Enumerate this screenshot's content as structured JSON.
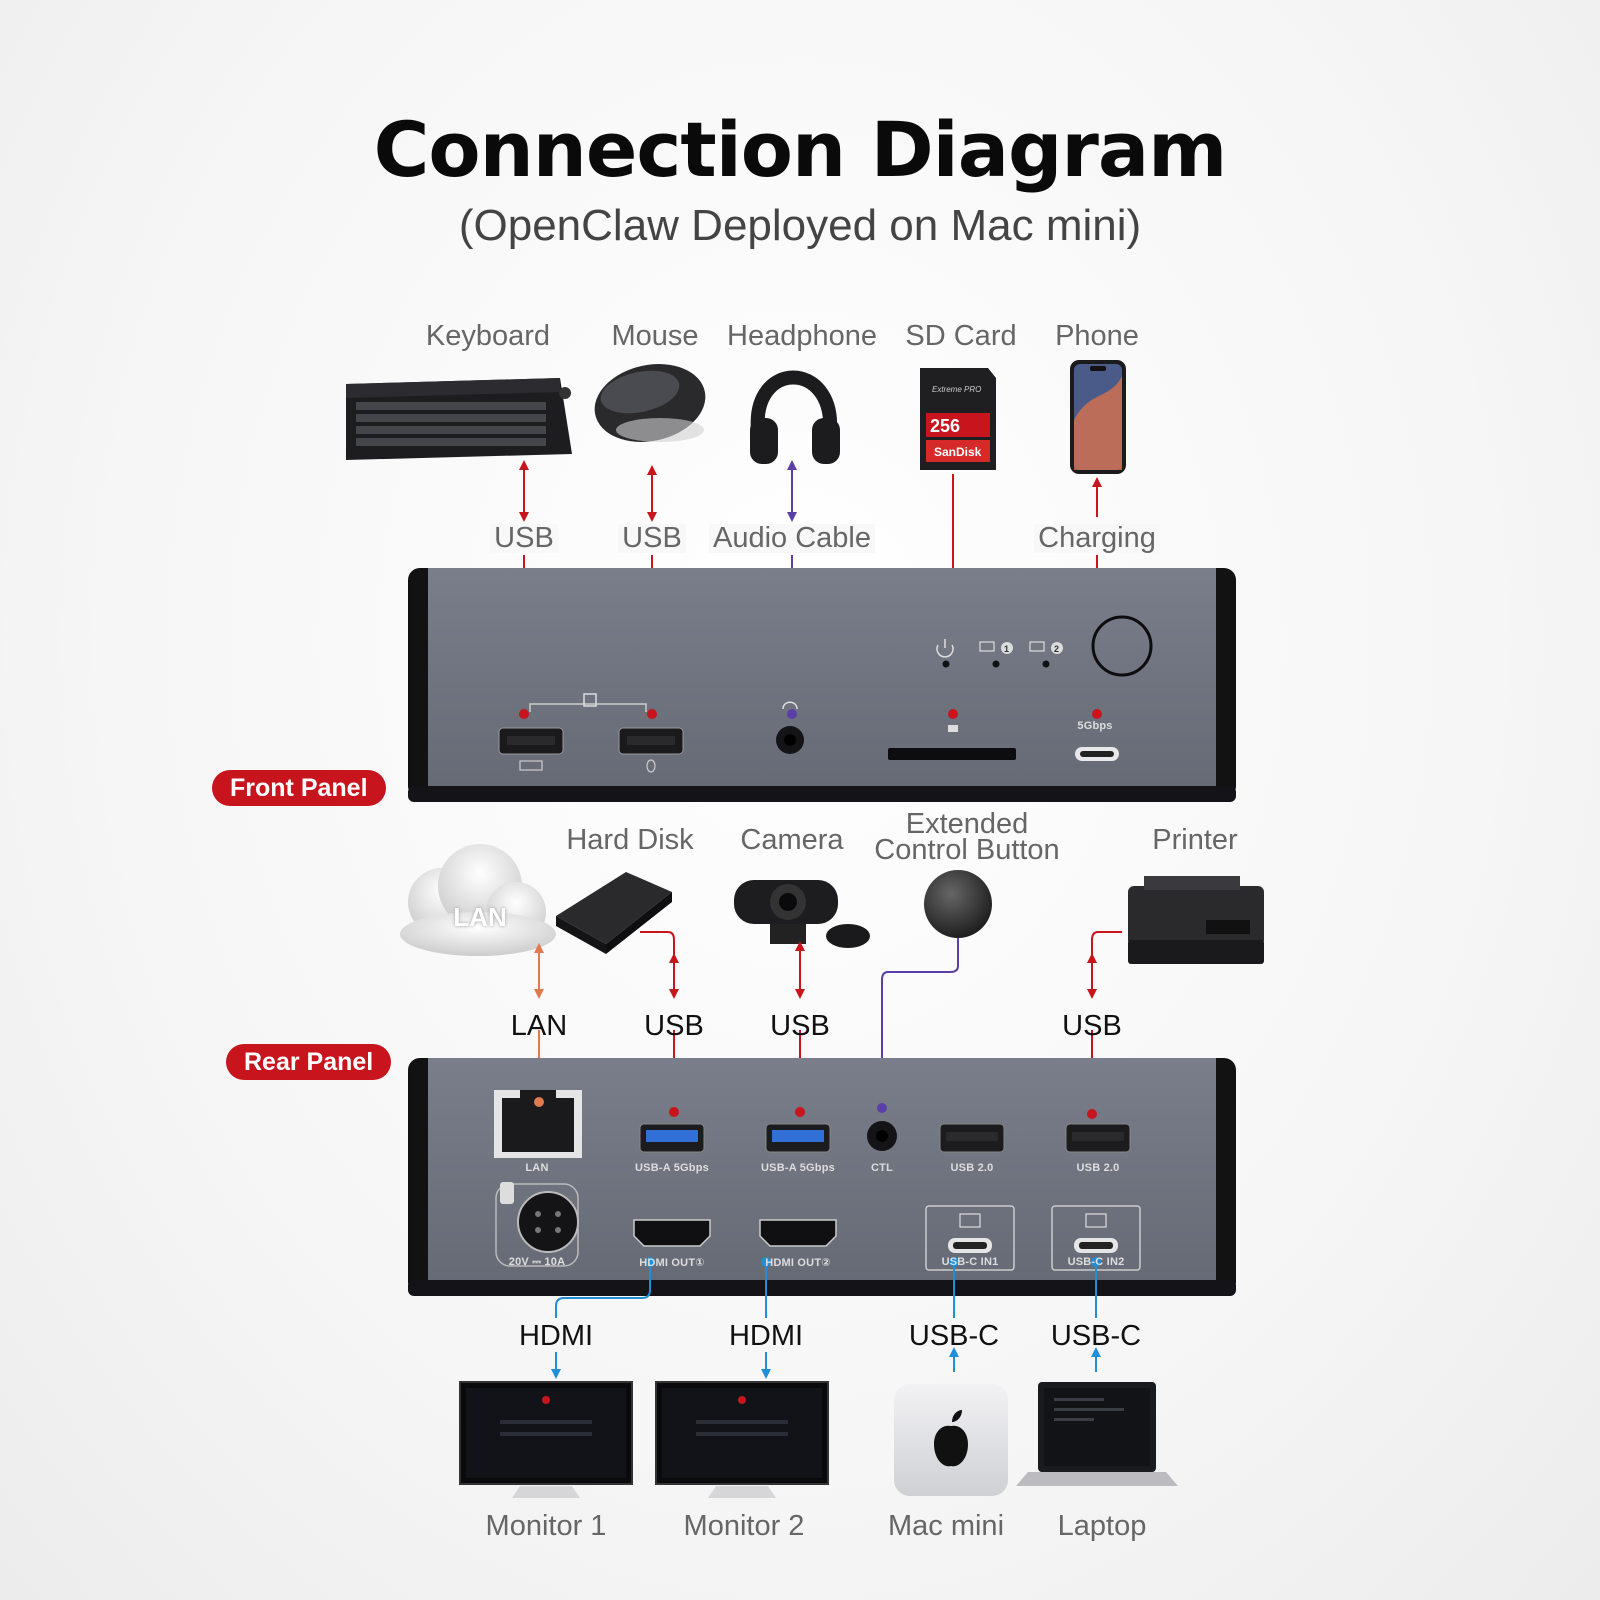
{
  "header": {
    "title": "Connection Diagram",
    "subtitle": "(OpenClaw Deployed on Mac mini)"
  },
  "panels": {
    "front_label": "Front Panel",
    "rear_label": "Rear Panel"
  },
  "front_devices": [
    {
      "name": "Keyboard",
      "connection": "USB"
    },
    {
      "name": "Mouse",
      "connection": "USB"
    },
    {
      "name": "Headphone",
      "connection": "Audio Cable"
    },
    {
      "name": "SD Card",
      "connection": ""
    },
    {
      "name": "Phone",
      "connection": "Charging"
    }
  ],
  "rear_top_devices": [
    {
      "name": "",
      "connection": "LAN",
      "cloud_text": "LAN"
    },
    {
      "name": "Hard Disk",
      "connection": "USB"
    },
    {
      "name": "Camera",
      "connection": "USB"
    },
    {
      "name": "Extended Control Button",
      "name_line1": "Extended",
      "name_line2": "Control Button",
      "connection": ""
    },
    {
      "name": "Printer",
      "connection": "USB"
    }
  ],
  "rear_bottom_devices": [
    {
      "name": "Monitor 1",
      "connection": "HDMI"
    },
    {
      "name": "Monitor 2",
      "connection": "HDMI"
    },
    {
      "name": "Mac mini",
      "connection": "USB-C"
    },
    {
      "name": "Laptop",
      "connection": "USB-C"
    }
  ],
  "front_port_labels": {
    "usbc_speed": "5Gbps"
  },
  "rear_port_labels": {
    "lan": "LAN",
    "usba1": "USB-A 5Gbps",
    "usba2": "USB-A 5Gbps",
    "ctl": "CTL",
    "usb20a": "USB 2.0",
    "usb20b": "USB 2.0",
    "power": "20V ⎓ 10A",
    "hdmi1": "HDMI OUT①",
    "hdmi2": "HDMI OUT②",
    "usbc1": "USB-C IN1",
    "usbc2": "USB-C IN2"
  },
  "phone_card": {
    "brand": "SanDisk",
    "line": "Extreme PRO",
    "capacity": "256"
  },
  "colors": {
    "usb": "#c8141c",
    "audio": "#5b3fa8",
    "lan": "#e07a50",
    "video": "#1e8fd8",
    "panel_body": "#707480",
    "panel_dark": "#1c1d22",
    "badge": "#c8141c"
  }
}
